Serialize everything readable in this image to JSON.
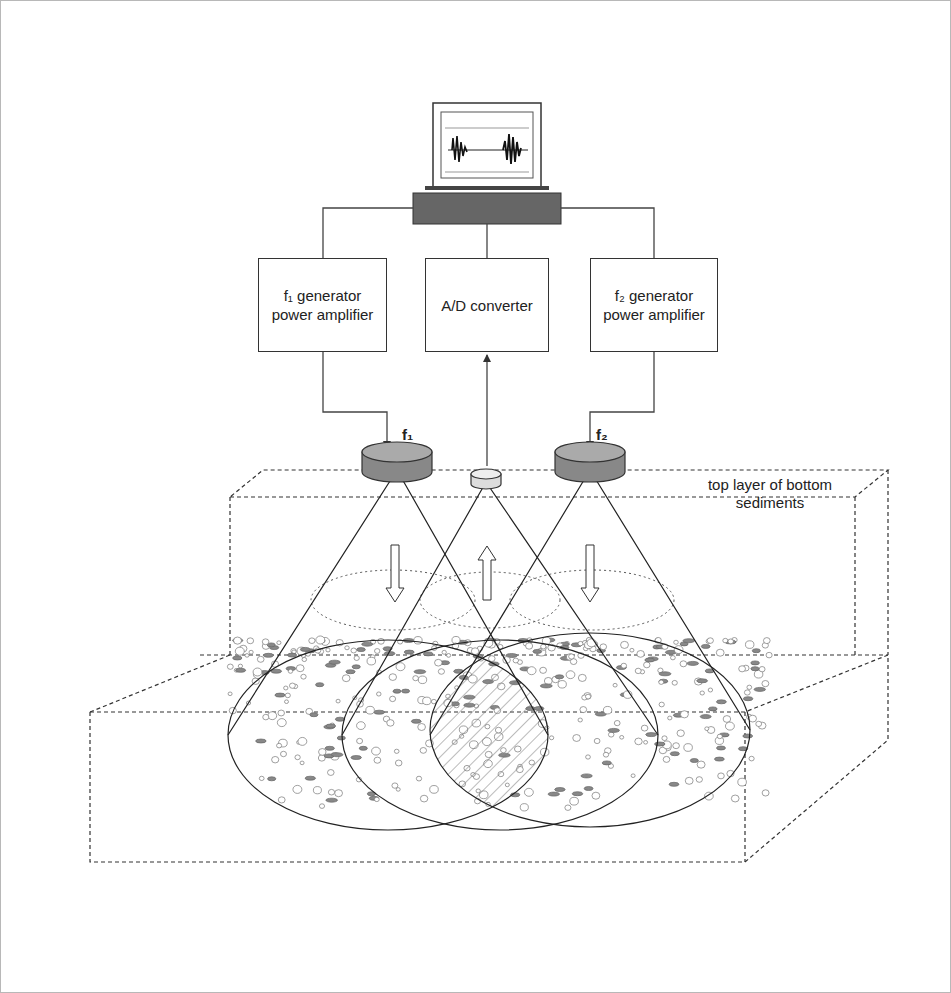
{
  "diagram": {
    "nodes": [
      {
        "text": [
          "f₁ generator power amplifier"
        ]
      },
      {
        "text": [
          "A/D converter"
        ]
      },
      {
        "text": [
          "f₂ generator power amplifier"
        ]
      }
    ],
    "edges": [],
    "labels": [
      "f₁",
      "f₂",
      "top layer of bottom sediments"
    ]
  }
}
